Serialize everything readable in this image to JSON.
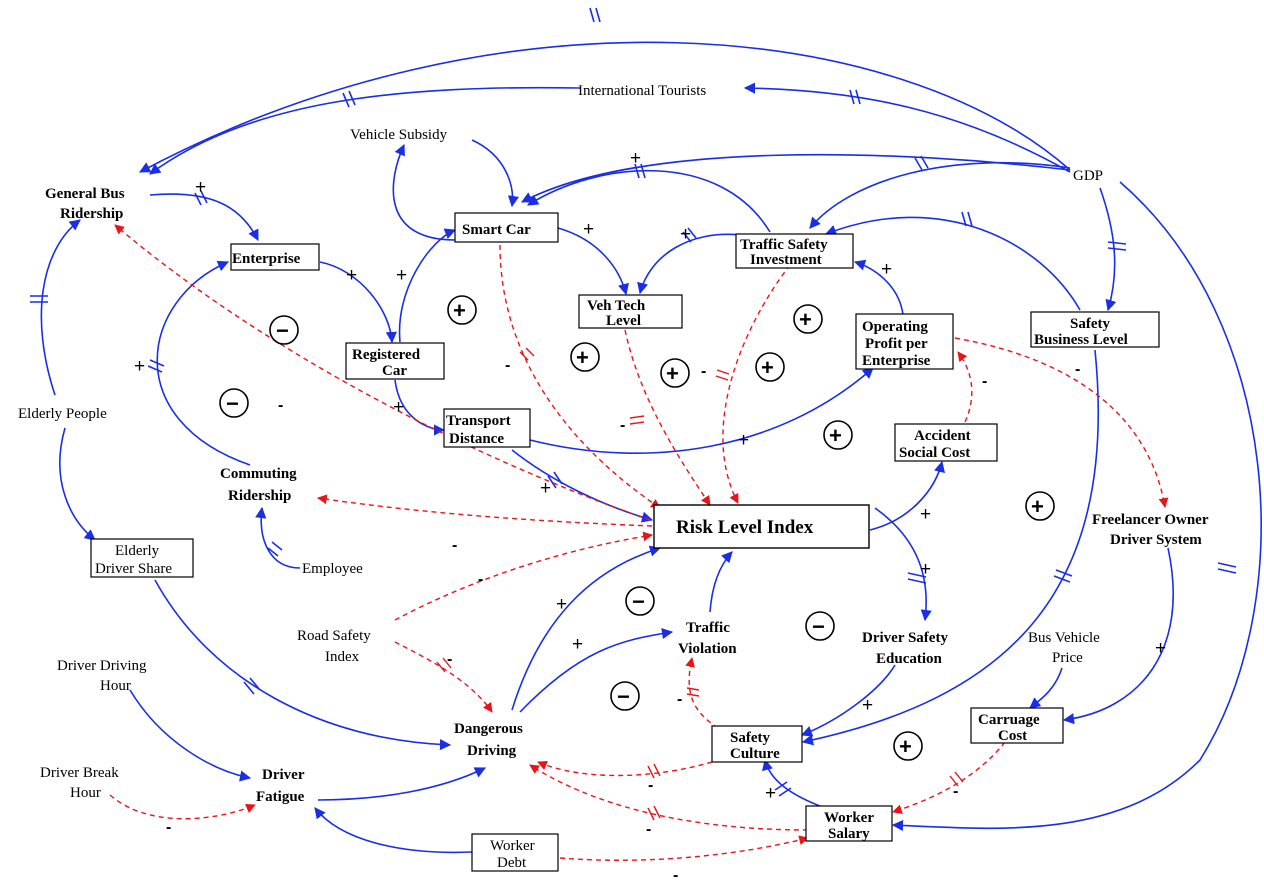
{
  "nodes": {
    "international_tourists": "International Tourists",
    "gdp": "GDP",
    "vehicle_subsidy": "Vehicle Subsidy",
    "general_bus_ridership": [
      "General Bus",
      "Ridership"
    ],
    "enterprise": "Enterprise",
    "smart_car": "Smart Car",
    "traffic_safety_investment": [
      "Traffic Safety",
      "Investment"
    ],
    "veh_tech_level": [
      "Veh Tech",
      "Level"
    ],
    "operating_profit": [
      "Operating",
      "Profit per",
      "Enterprise"
    ],
    "safety_business_level": [
      "Safety",
      "Business Level"
    ],
    "registered_car": [
      "Registered",
      "Car"
    ],
    "elderly_people": "Elderly People",
    "transport_distance": [
      "Transport",
      "Distance"
    ],
    "accident_social_cost": [
      "Accident",
      "Social Cost"
    ],
    "commuting_ridership": [
      "Commuting",
      "Ridership"
    ],
    "risk_level_index": "Risk Level Index",
    "freelancer_owner_driver_system": [
      "Freelancer Owner",
      "Driver System"
    ],
    "elderly_driver_share": [
      "Elderly",
      "Driver Share"
    ],
    "employee": "Employee",
    "road_safety_index": [
      "Road Safety",
      "Index"
    ],
    "traffic_violation": [
      "Traffic",
      "Violation"
    ],
    "driver_safety_education": [
      "Driver Safety",
      "Education"
    ],
    "bus_vehicle_price": [
      "Bus Vehicle",
      "Price"
    ],
    "driver_driving_hour": [
      "Driver Driving",
      "Hour"
    ],
    "dangerous_driving": [
      "Dangerous",
      "Driving"
    ],
    "safety_culture": [
      "Safety",
      "Culture"
    ],
    "carruage_cost": [
      "Carruage",
      "Cost"
    ],
    "driver_break_hour": [
      "Driver Break",
      "Hour"
    ],
    "driver_fatigue": [
      "Driver",
      "Fatigue"
    ],
    "worker_salary": [
      "Worker",
      "Salary"
    ],
    "worker_debt": [
      "Worker",
      "Debt"
    ]
  },
  "signs": {
    "plus": "+",
    "minus": "-"
  },
  "loops": {
    "reinforcing": "+",
    "balancing": "−"
  },
  "colors": {
    "causal_link": "#1a2ee8",
    "risk_link": "#e8141a",
    "text": "#000000"
  }
}
